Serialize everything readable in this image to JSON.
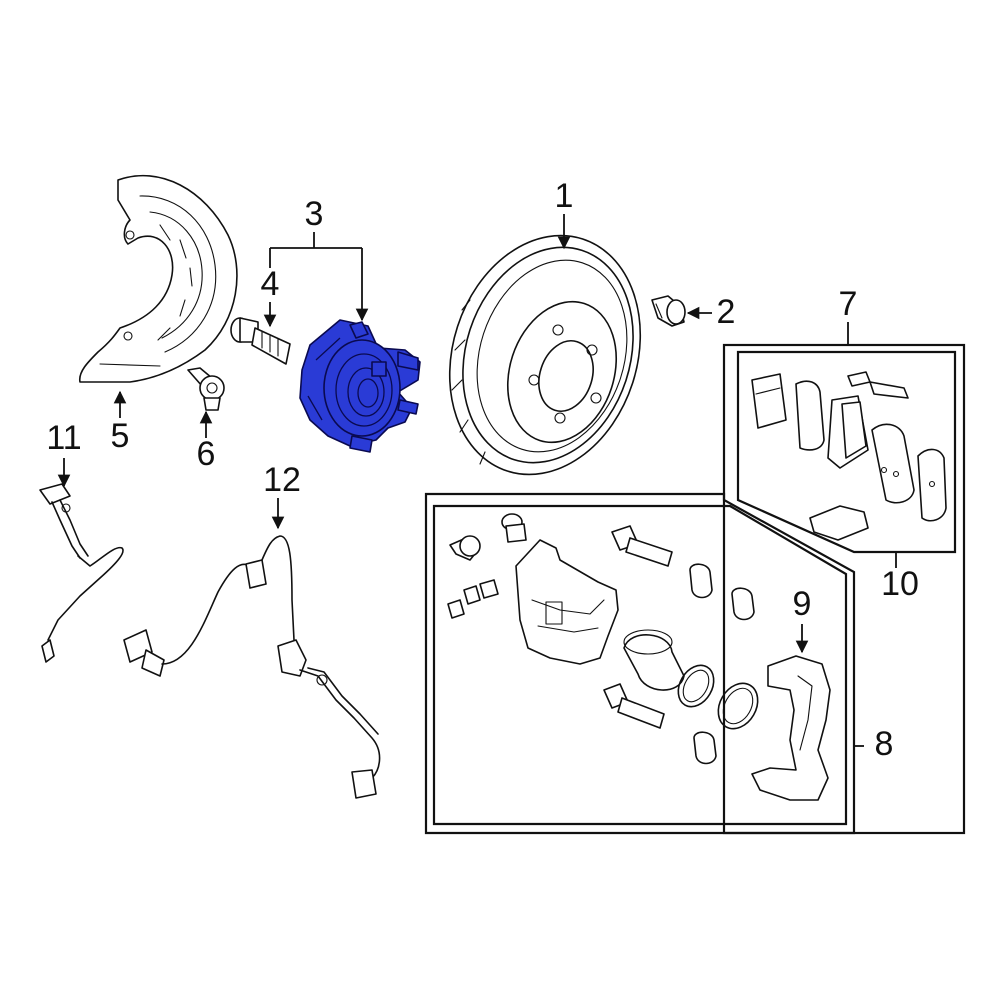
{
  "colors": {
    "background": "#ffffff",
    "linework": "#111111",
    "highlight": "#2a3bd6"
  },
  "callouts": {
    "c1": "1",
    "c2": "2",
    "c3": "3",
    "c4": "4",
    "c5": "5",
    "c6": "6",
    "c7": "7",
    "c8": "8",
    "c9": "9",
    "c10": "10",
    "c11": "11",
    "c12": "12"
  },
  "parts": {
    "highlighted": "hub-assembly"
  }
}
